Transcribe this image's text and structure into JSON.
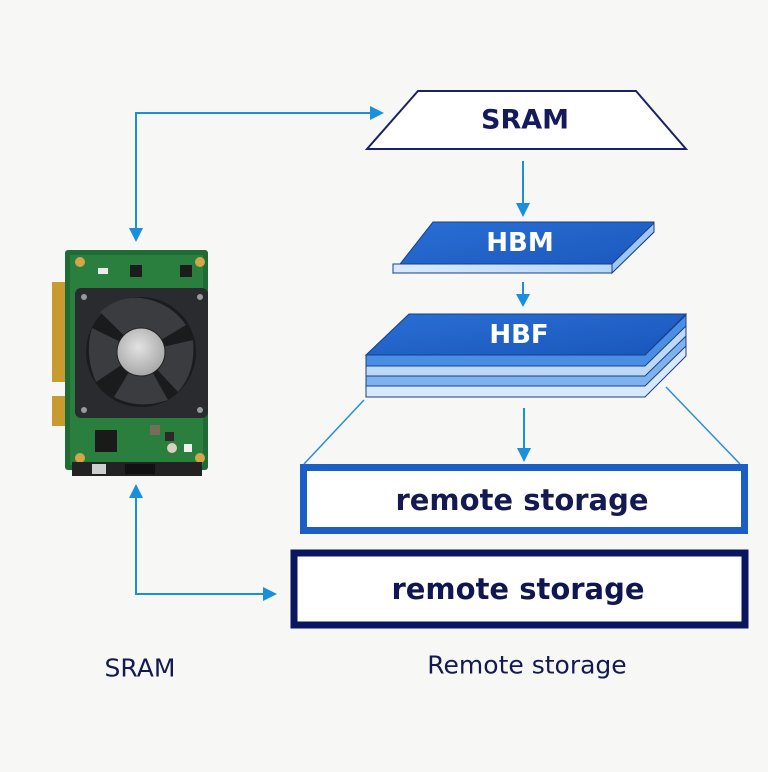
{
  "diagram": {
    "title": "",
    "colors": {
      "arrow": "#1a8fdc",
      "navy": "#0f1a5c",
      "hbm_top": "#1f63c9",
      "hbm_side": "#cfe3fb",
      "hbf_layer": "#5a9ae6",
      "remote_blue_border": "#1c5fc4",
      "remote_navy_border": "#0b1660",
      "background": "#f7f7f6"
    },
    "nodes": {
      "sram_top": {
        "label": "SRAM",
        "shape": "trapezoid"
      },
      "hbm": {
        "label": "HBM",
        "shape": "slab"
      },
      "hbf": {
        "label": "HBF",
        "shape": "stacked-slab",
        "layers": 4
      },
      "remote_storage_1": {
        "label": "remote storage"
      },
      "remote_storage_2": {
        "label": "remote storage"
      },
      "accelerator_card": {
        "label": "",
        "description": "accelerator board with fan heatsink"
      }
    },
    "captions": {
      "left": "SRAM",
      "right": "Remote storage"
    },
    "edges": [
      {
        "from": "accelerator_card",
        "to": "sram_top",
        "bidirectional": true
      },
      {
        "from": "sram_top",
        "to": "hbm"
      },
      {
        "from": "hbm",
        "to": "hbf"
      },
      {
        "from": "hbf",
        "to": "remote_storage_1"
      },
      {
        "from": "accelerator_card",
        "to": "remote_storage_2",
        "bidirectional": true
      }
    ]
  }
}
